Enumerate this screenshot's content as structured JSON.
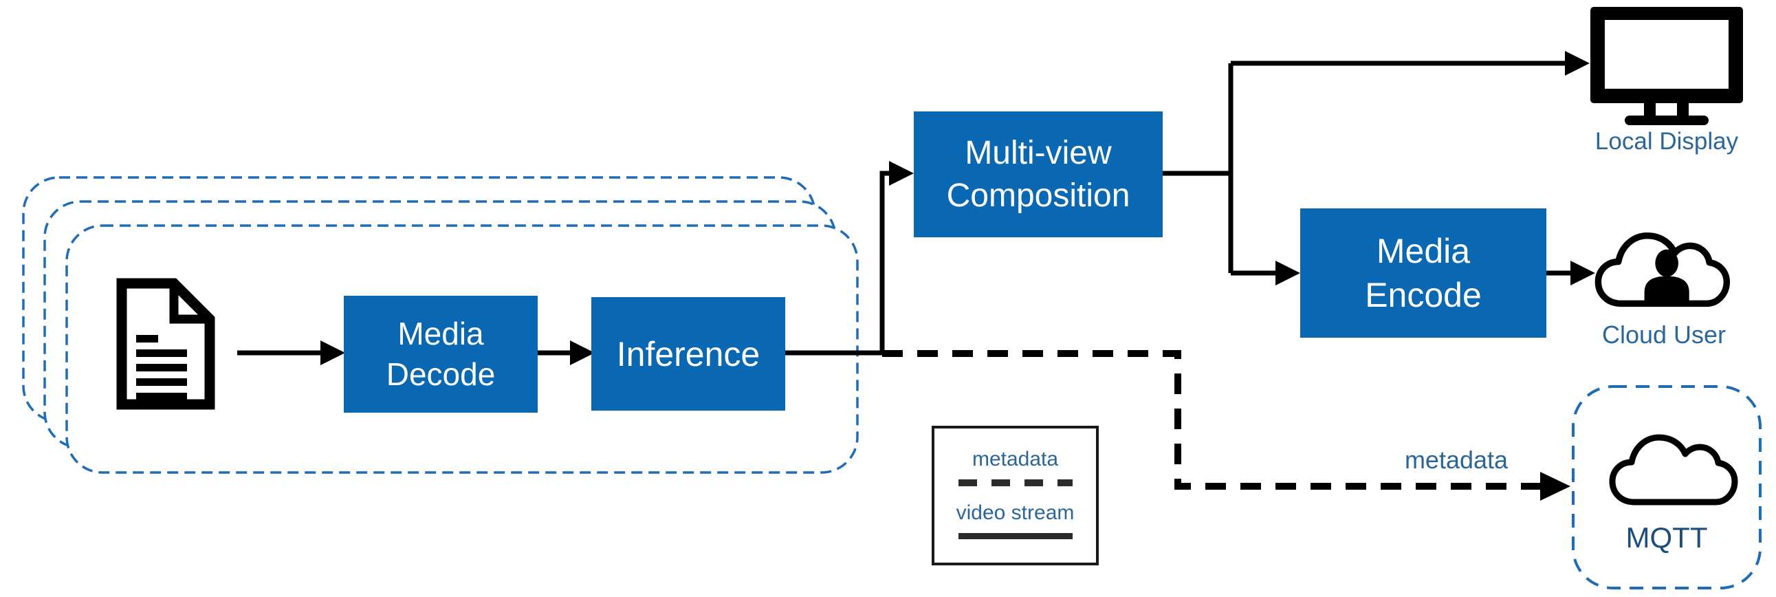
{
  "diagram": {
    "group": {
      "instance_count": 3,
      "source_icon": "document-icon"
    },
    "nodes": {
      "media_decode": {
        "label": "Media\nDecode"
      },
      "inference": {
        "label": "Inference"
      },
      "multi_view": {
        "label": "Multi-view\nComposition"
      },
      "media_encode": {
        "label": "Media\nEncode"
      }
    },
    "endpoints": {
      "local_display": {
        "label": "Local Display",
        "icon": "display-icon"
      },
      "cloud_user": {
        "label": "Cloud User",
        "icon": "cloud-user-icon"
      },
      "mqtt": {
        "label": "MQTT",
        "icon": "cloud-icon"
      }
    },
    "edge_labels": {
      "metadata": "metadata"
    },
    "legend": {
      "items": [
        {
          "label": "metadata",
          "style": "dashed"
        },
        {
          "label": "video stream",
          "style": "solid"
        }
      ]
    },
    "colors": {
      "node_fill": "#0a68b2",
      "node_text": "#ffffff",
      "label_text": "#2b6699",
      "mqtt_text": "#1d4e7b",
      "group_dashed_border": "#1e6cb5",
      "line": "#000000",
      "legend_border": "#1a1a1a",
      "legend_line": "#2b2b2b"
    }
  }
}
